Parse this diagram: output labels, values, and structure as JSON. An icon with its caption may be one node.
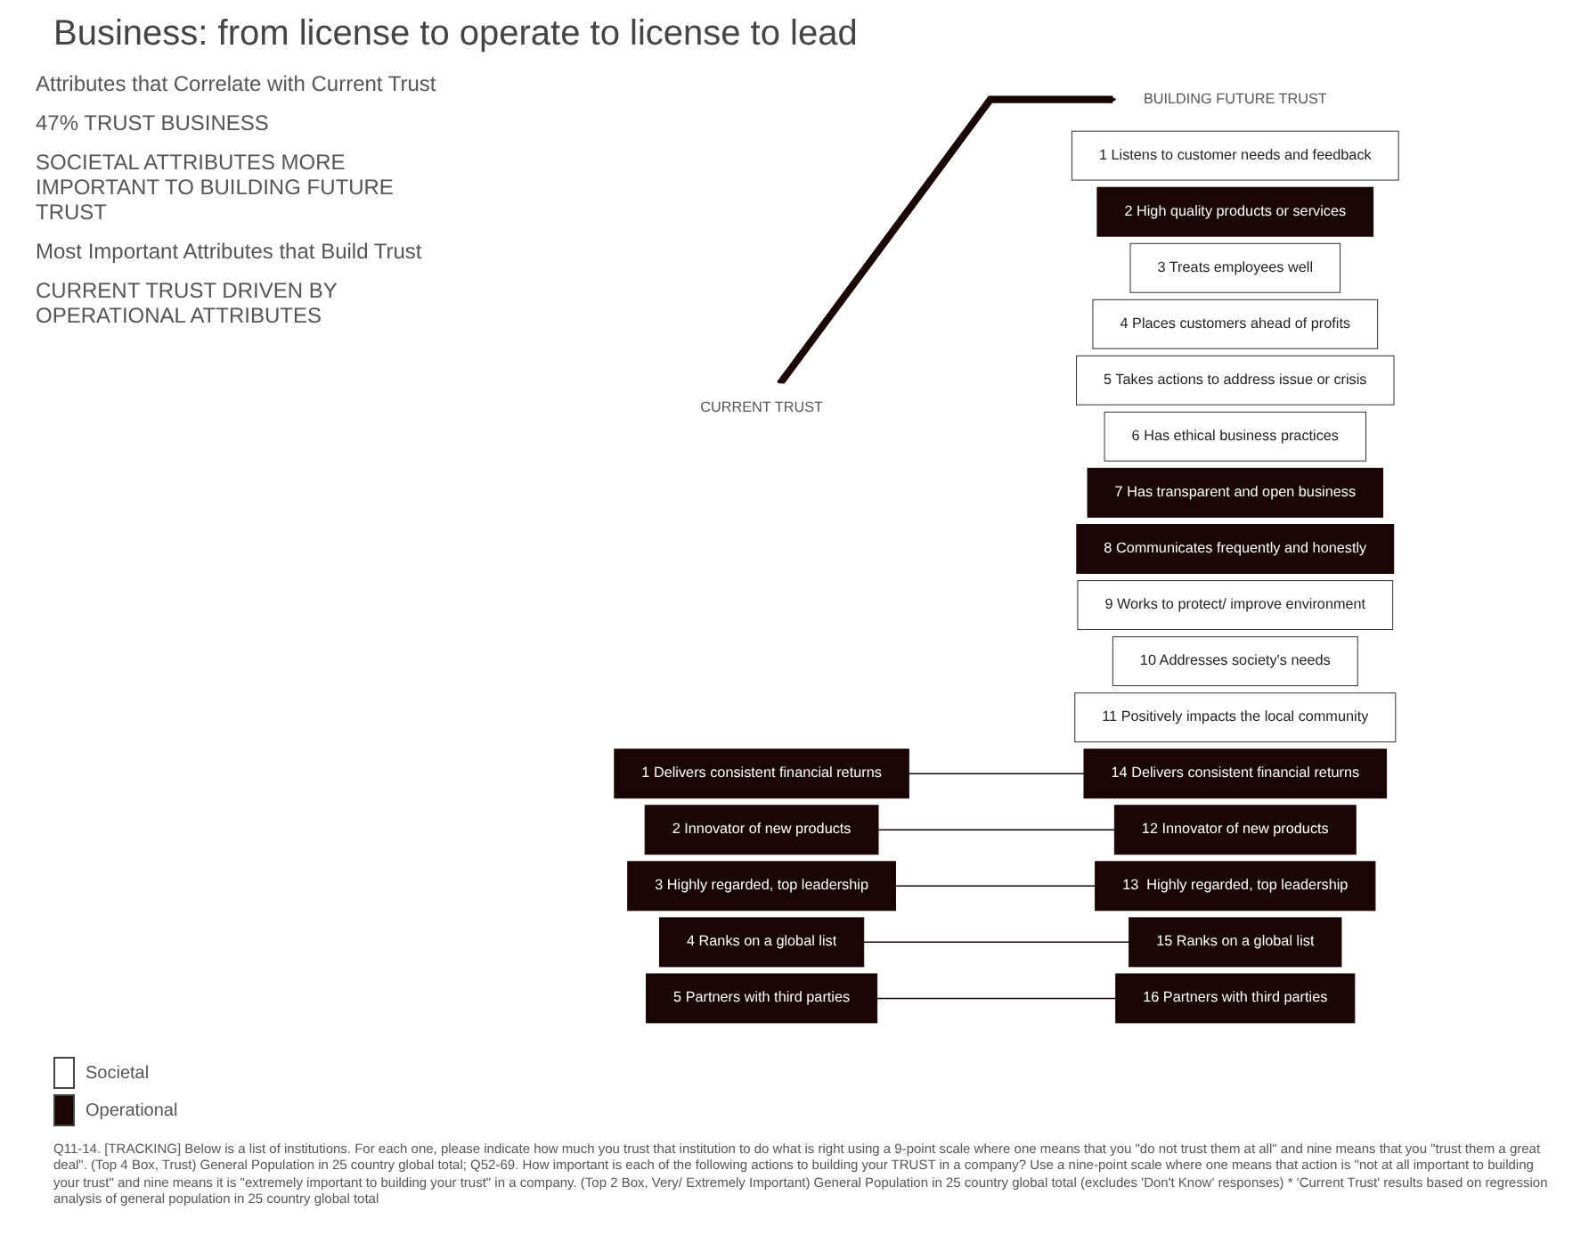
{
  "diagram": {
    "title": "Business: from license to operate to license  to lead",
    "nodes": [
      {
        "text": [
          "CURRENT TRUST"
        ]
      },
      {
        "text": [
          "BUILDING FUTURE TRUST"
        ]
      },
      {
        "text": [
          "1 Delivers consistent financial returns"
        ]
      },
      {
        "text": [
          "2 Innovator of new products"
        ]
      },
      {
        "text": [
          "3 Highly regarded, top leadership"
        ]
      },
      {
        "text": [
          "4 Ranks on a global list"
        ]
      },
      {
        "text": [
          "5 Partners with third parties"
        ]
      },
      {
        "text": [
          "1 Listens to customer needs and feedback"
        ]
      },
      {
        "text": [
          "2 High quality products or services"
        ]
      },
      {
        "text": [
          "3 Treats employees well"
        ]
      },
      {
        "text": [
          "4 Places customers ahead of profits"
        ]
      },
      {
        "text": [
          "5 Takes actions to address issue or crisis"
        ]
      },
      {
        "text": [
          "6 Has ethical business practices"
        ]
      },
      {
        "text": [
          "7 Has transparent and open business"
        ]
      },
      {
        "text": [
          "8 Communicates frequently and honestly"
        ]
      },
      {
        "text": [
          "9 Works to protect/ improve environment"
        ]
      },
      {
        "text": [
          "10 Addresses society's needs"
        ]
      },
      {
        "text": [
          "11 Positively impacts the local community"
        ]
      },
      {
        "text": [
          "12 Innovator of new products"
        ]
      },
      {
        "text": [
          "13  Highly regarded, top leadership"
        ]
      },
      {
        "text": [
          "14 Delivers consistent financial returns"
        ]
      },
      {
        "text": [
          "15 Ranks on a global list"
        ]
      },
      {
        "text": [
          "16 Partners with third parties"
        ]
      }
    ],
    "edges": [
      {
        "from": 0,
        "to": 1,
        "arrow": "to",
        "style": "thick"
      },
      {
        "from": 2,
        "to": 20,
        "arrow": "none"
      },
      {
        "from": 3,
        "to": 18,
        "arrow": "none"
      },
      {
        "from": 4,
        "to": 19,
        "arrow": "none"
      },
      {
        "from": 5,
        "to": 21,
        "arrow": "none"
      },
      {
        "from": 6,
        "to": 22,
        "arrow": "none"
      }
    ],
    "labels": [
      "Attributes that Correlate with Current Trust",
      "47% TRUST BUSINESS",
      "SOCIETAL ATTRIBUTES MORE IMPORTANT TO BUILDING FUTURE TRUST",
      "Most Important Attributes that Build Trust",
      "CURRENT TRUST DRIVEN BY OPERATIONAL ATTRIBUTES"
    ],
    "legend": [
      {
        "text": "Societal",
        "color": "#ffffff"
      },
      {
        "text": "Operational",
        "color": "#1a0505"
      }
    ],
    "caption": "Q11-14. [TRACKING] Below is a list of institutions. For each one, please indicate how much you trust that institution to do what is right using a 9-point scale where one means that you \"do not trust them at all\" and nine means that you \"trust them a great deal\". (Top 4 Box, Trust) General Population in 25 country global total; Q52-69. How important is each of the following actions to building your TRUST in a company? Use a nine-point scale where one means that action is \"not at all important to building your trust\" and nine means it is \"extremely important to building your trust\" in a company. (Top 2 Box, Very/ Extremely Important) General Population in 25 country global total (excludes 'Don't Know' responses) * 'Current Trust' results based on regression analysis of general population in 25 country global total"
  }
}
